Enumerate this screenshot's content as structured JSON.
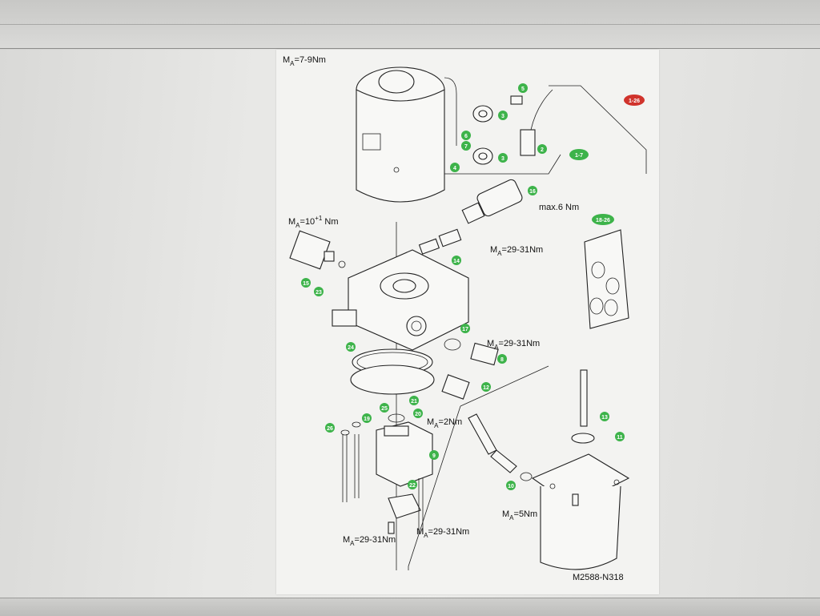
{
  "document": {
    "drawing_number": "M2588-N318",
    "torques": {
      "motor": "M",
      "motor_sub": "A",
      "motor_val": "=7-9Nm",
      "sensor": "M",
      "sensor_sub": "A",
      "sensor_val": "=10",
      "sensor_tol": "+1",
      "sensor_unit": " Nm",
      "valve_max": "max.6 Nm",
      "valve": "M",
      "valve_sub": "A",
      "valve_val": "=29-31Nm",
      "plug": "M",
      "plug_sub": "A",
      "plug_val": "=29-31Nm",
      "pump_screw": "M",
      "pump_screw_sub": "A",
      "pump_screw_val": "=2Nm",
      "tank": "M",
      "tank_sub": "A",
      "tank_val": "=5Nm",
      "bolt_left": "M",
      "bolt_left_sub": "A",
      "bolt_left_val": "=29-31Nm",
      "bolt_right": "M",
      "bolt_right_sub": "A",
      "bolt_right_val": "=29-31Nm"
    },
    "badges": {
      "b1_26": "1-26",
      "b1_7": "1-7",
      "b18_26": "18-26",
      "b2": "2",
      "b3a": "3",
      "b3b": "3",
      "b4": "4",
      "b5": "5",
      "b6": "6",
      "b7": "7",
      "b8": "8",
      "b9": "9",
      "b10": "10",
      "b11": "11",
      "b12": "12",
      "b13": "13",
      "b14": "14",
      "b15": "15",
      "b16": "16",
      "b17": "17",
      "b19": "19",
      "b20": "20",
      "b21": "21",
      "b22": "22",
      "b23": "23",
      "b24": "24",
      "b25": "25",
      "b26": "26"
    },
    "colors": {
      "badge_green": "#3db34a",
      "badge_red": "#d0332c"
    }
  }
}
